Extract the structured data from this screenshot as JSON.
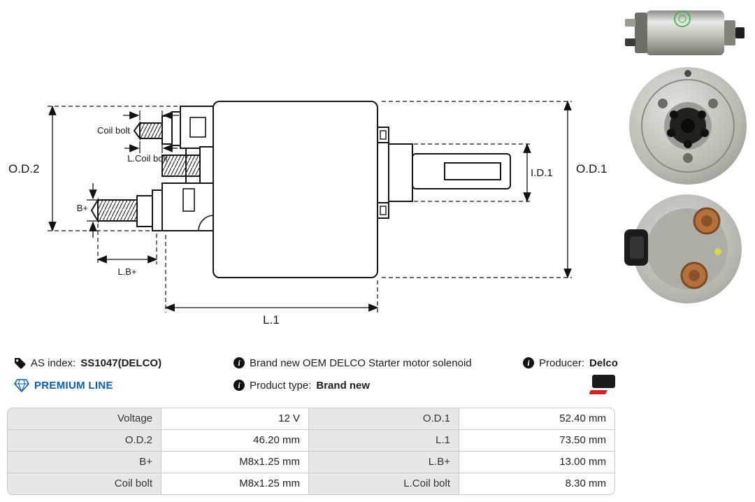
{
  "diagram": {
    "labels": {
      "od2": "O.D.2",
      "od1": "O.D.1",
      "id1": "I.D.1",
      "coil_bolt": "Coil bolt",
      "l_coil_bolt": "L.Coil bolt",
      "b_plus": "B+",
      "l_b_plus": "L.B+",
      "l1": "L.1"
    }
  },
  "photos": {
    "side": "solenoid side view photo",
    "top": "solenoid top view photo",
    "bottom": "solenoid terminal view photo"
  },
  "info": {
    "as_index": {
      "label": "AS index:",
      "value": "SS1047(DELCO)"
    },
    "description": "Brand new OEM DELCO Starter motor solenoid",
    "producer": {
      "label": "Producer:",
      "value": "Delco"
    },
    "premium_line": "PREMIUM LINE",
    "product_type": {
      "label": "Product type:",
      "value": "Brand new"
    }
  },
  "specs": {
    "rows": [
      {
        "l1": "Voltage",
        "v1": "12 V",
        "l2": "O.D.1",
        "v2": "52.40 mm"
      },
      {
        "l1": "O.D.2",
        "v1": "46.20 mm",
        "l2": "L.1",
        "v2": "73.50 mm"
      },
      {
        "l1": "B+",
        "v1": "M8x1.25 mm",
        "l2": "L.B+",
        "v2": "13.00 mm"
      },
      {
        "l1": "Coil bolt",
        "v1": "M8x1.25 mm",
        "l2": "L.Coil bolt",
        "v2": "8.30 mm"
      }
    ]
  },
  "icons": {
    "as_index": "tag-icon",
    "info": "info-icon",
    "premium": "diamond-icon",
    "brand": "brand-logo-icon"
  },
  "colors": {
    "premium_blue": "#0d5eae",
    "line_black": "#161616",
    "brand_red": "#d42027",
    "table_label_bg": "#e7e7e7",
    "table_border": "#c9c9c9"
  }
}
